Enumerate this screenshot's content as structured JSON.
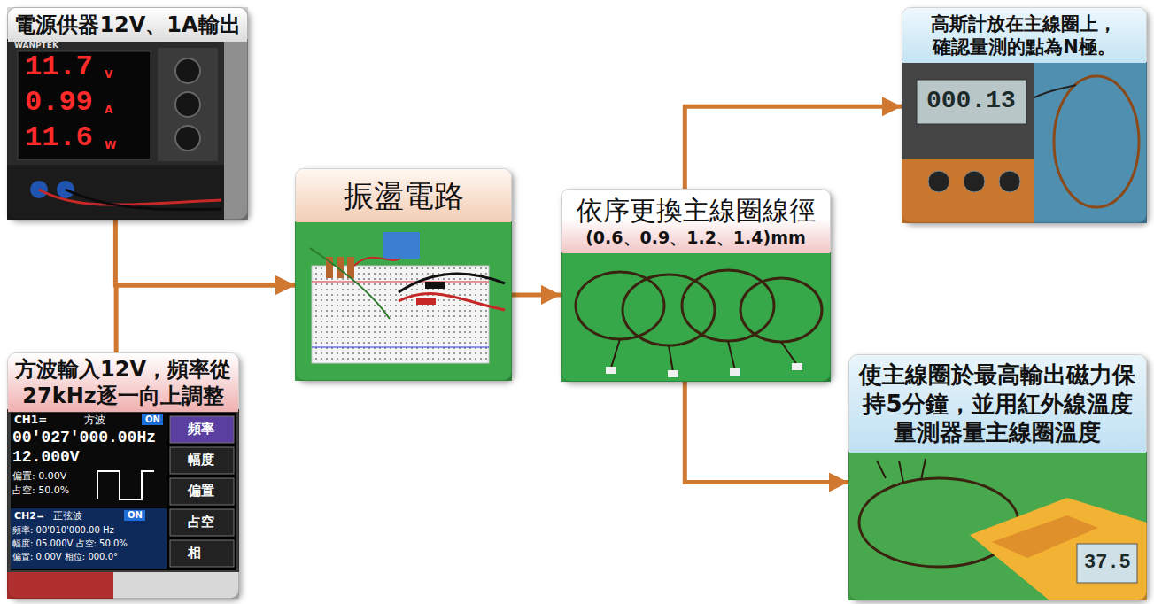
{
  "diagram": {
    "nodes": [
      {
        "text": [
          "電源供器12V、1A輸出"
        ]
      },
      {
        "text": [
          "方波輸入12V，頻率從 27kHz逐一向上調整"
        ]
      },
      {
        "text": [
          "振盪電路"
        ]
      },
      {
        "text": [
          "依序更換主線圈線徑",
          "(0.6、0.9、1.2、1.4)mm"
        ]
      },
      {
        "text": [
          "高斯計放在主線圈上， 確認量測的點為N極。"
        ]
      },
      {
        "text": [
          "使主線圈於最高輸出磁力保 持5分鐘，並用紅外線溫度 量測器量主線圈溫度"
        ]
      }
    ],
    "edges": [
      {
        "from": 0,
        "to": 2,
        "arrow": "to"
      },
      {
        "from": 1,
        "to": 2,
        "arrow": "to"
      },
      {
        "from": 2,
        "to": 3,
        "arrow": "to"
      },
      {
        "from": 3,
        "to": 4,
        "arrow": "to"
      },
      {
        "from": 3,
        "to": 5,
        "arrow": "to"
      }
    ],
    "labels": [
      "WANPTEK",
      "11.7",
      "V",
      "0.99",
      "A",
      "11.6",
      "W",
      "CH1=",
      "方波",
      "ON",
      "00'027'000.00Hz",
      "12.000V",
      "偏置: 0.00V",
      "占空: 50.0%",
      "頻率",
      "幅度",
      "偏置",
      "占空",
      "相",
      "CH2=",
      "正弦波",
      "ON",
      "頻率: 00'010'000.00 Hz",
      "幅度: 05.000V 占空: 50.0%",
      "偏置: 0.00V 相位: 000.0°",
      "000.13",
      "37.5"
    ]
  }
}
